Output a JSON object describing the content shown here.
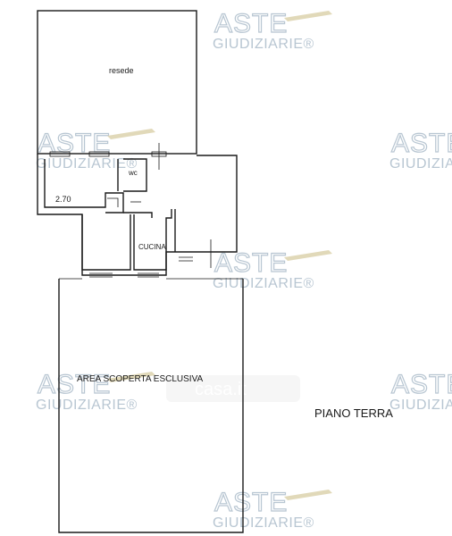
{
  "watermark": {
    "line1": "ASTE",
    "line2": "GIUDIZIARIE",
    "mark": "®"
  },
  "labels": {
    "resede": "resede",
    "wc": "wc",
    "dimension": "2.70",
    "cucina": "CUCINA",
    "area": "AREA SCOPERTA ESCLUSIVA",
    "floor": "PIANO TERRA"
  },
  "overlay_logo": "casa.it",
  "colors": {
    "line": "#1a1a1a",
    "watermark": "#b8c6d2",
    "background": "#ffffff"
  }
}
